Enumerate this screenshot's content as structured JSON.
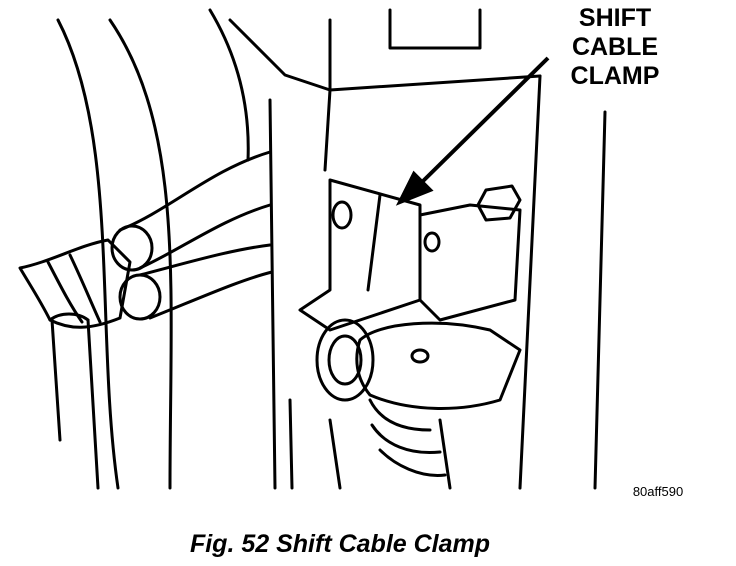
{
  "callout": {
    "lines": [
      "SHIFT",
      "CABLE",
      "CLAMP"
    ]
  },
  "figure_id": "80aff590",
  "caption": "Fig. 52 Shift Cable Clamp"
}
